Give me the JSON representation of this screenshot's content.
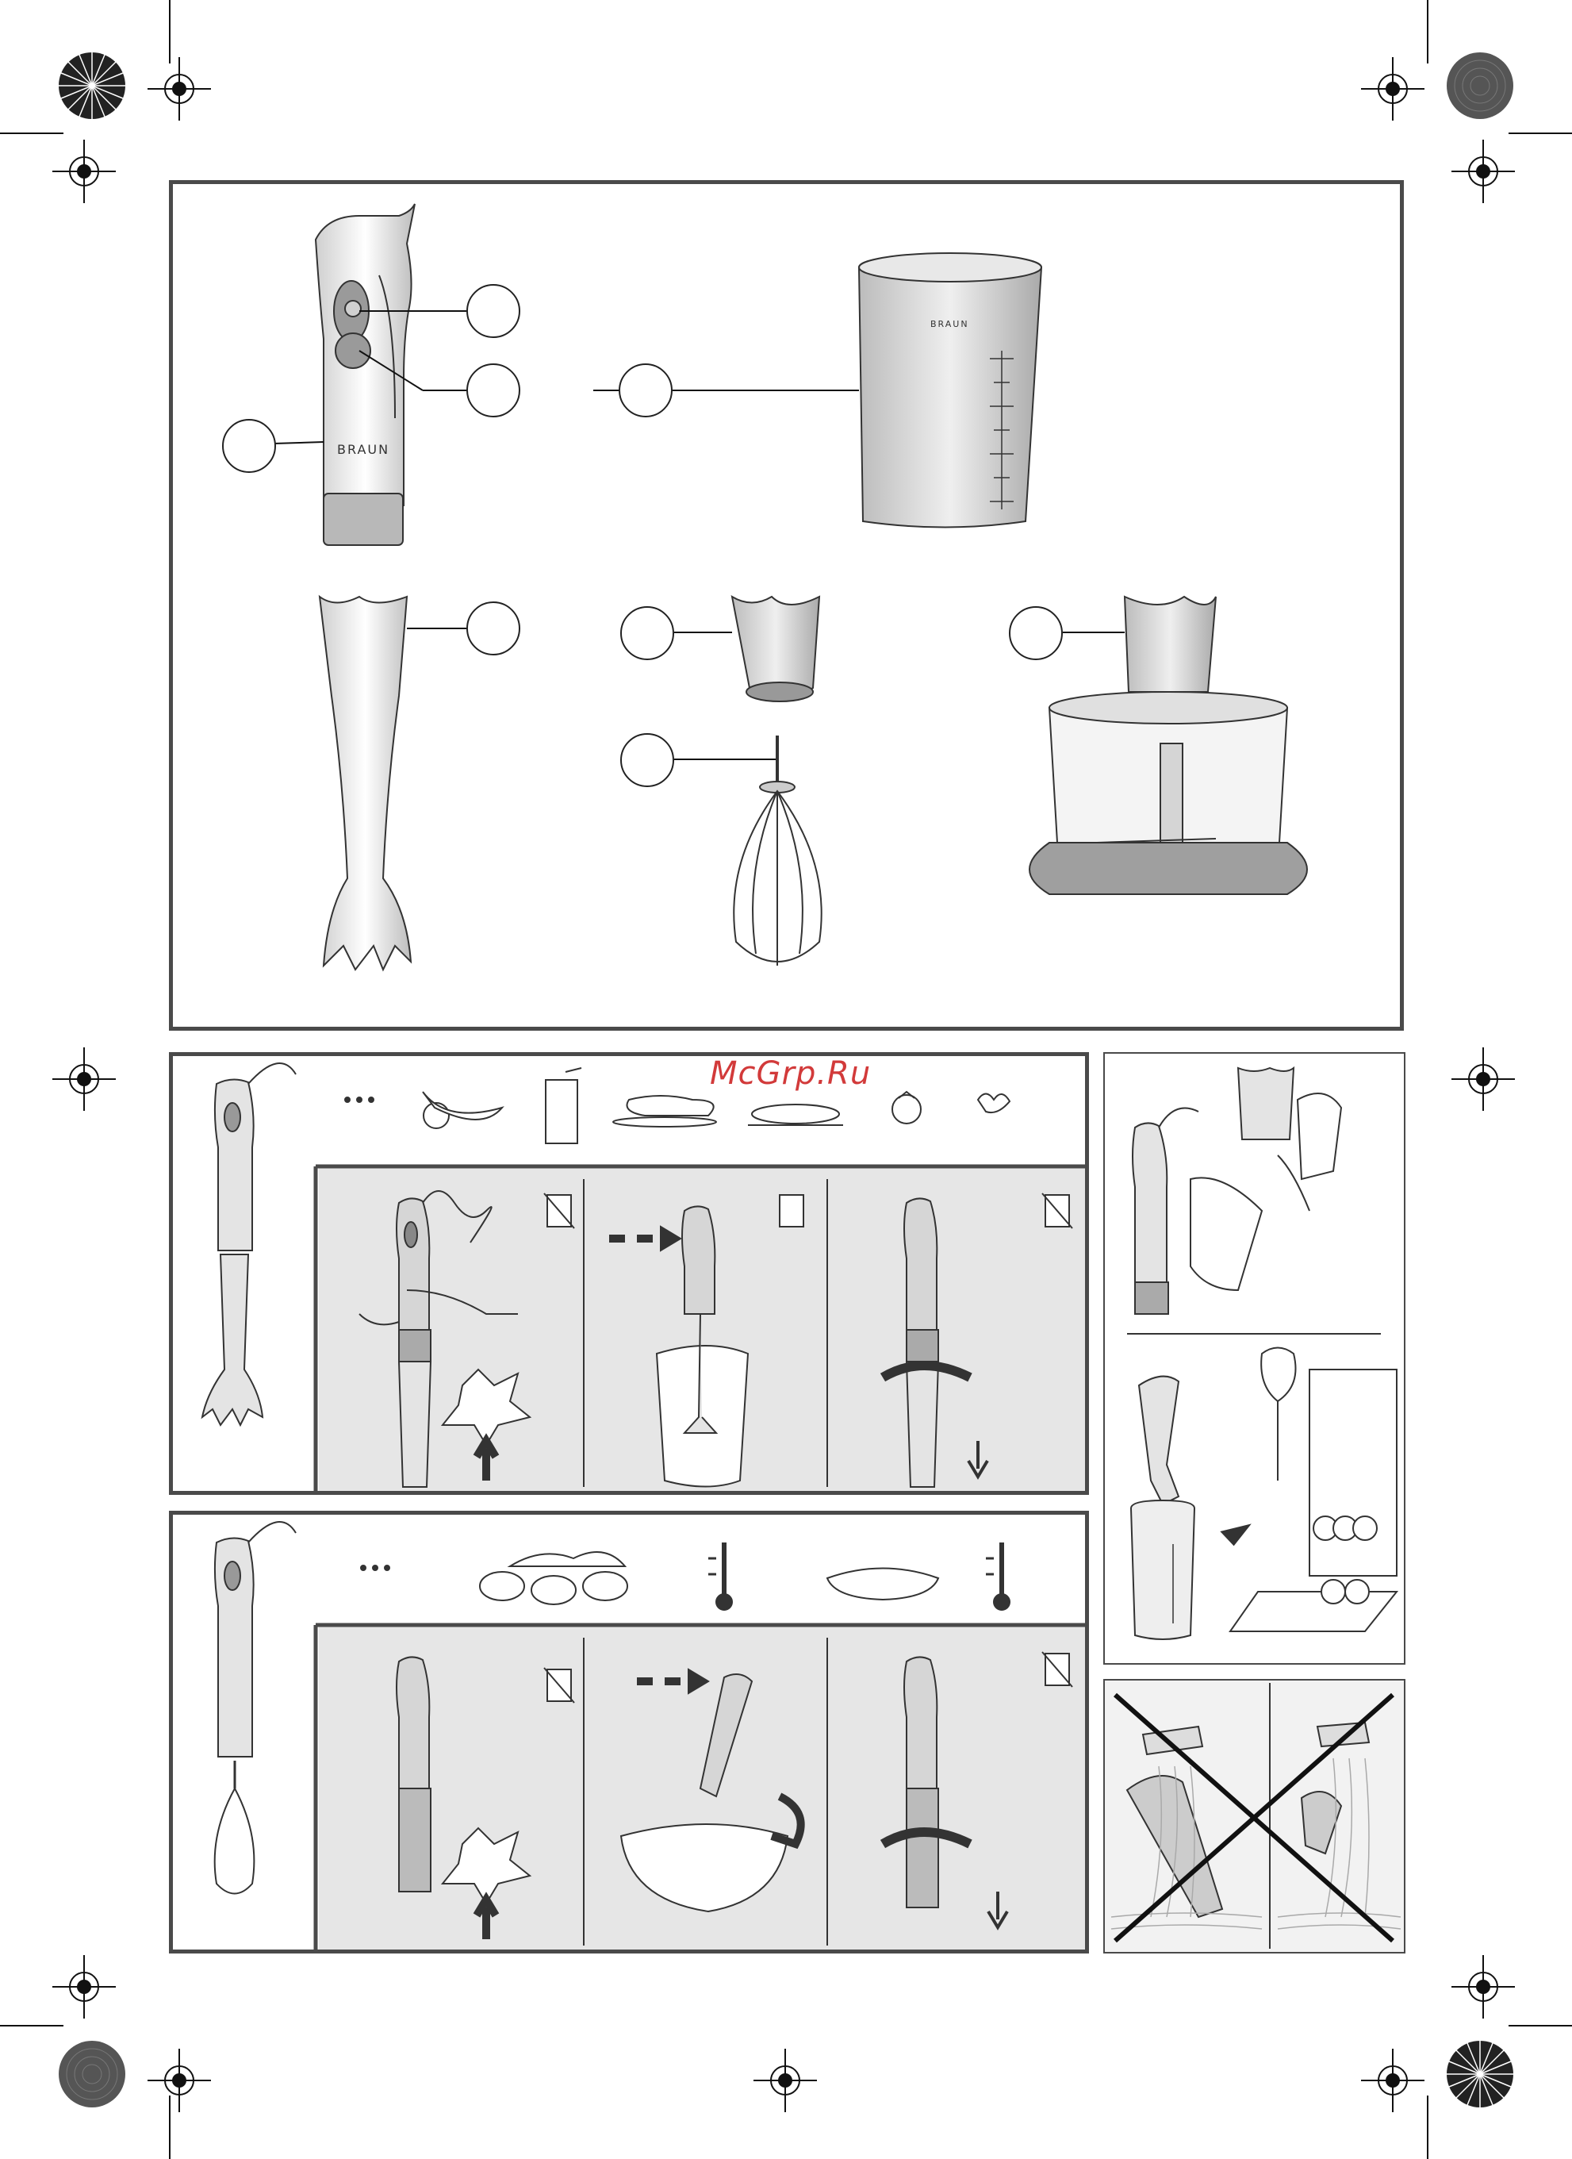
{
  "watermark": {
    "text": "McGrp.Ru"
  },
  "brand": {
    "logo_text": "BRAUN"
  },
  "icons": {
    "registration_marks": "crosshair-registration-icon",
    "color_wheels": "radial-starburst-icon",
    "unplug": "unplug-crossed-icon",
    "arrow": "dashed-arrow-icon"
  },
  "colors": {
    "frame": "#4a4a4a",
    "panel": "#e6e6e6",
    "ink": "#222222",
    "watermark": "#d23a3a"
  },
  "callouts": {
    "count": 8
  }
}
